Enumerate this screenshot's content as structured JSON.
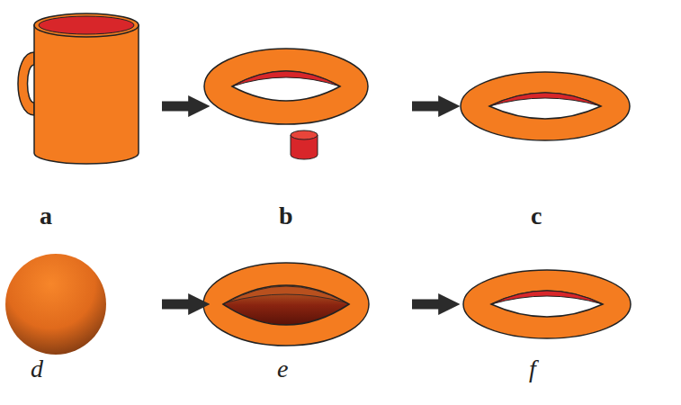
{
  "diagram": {
    "labels": [
      "a",
      "b",
      "c",
      "d",
      "e",
      "f"
    ]
  }
}
